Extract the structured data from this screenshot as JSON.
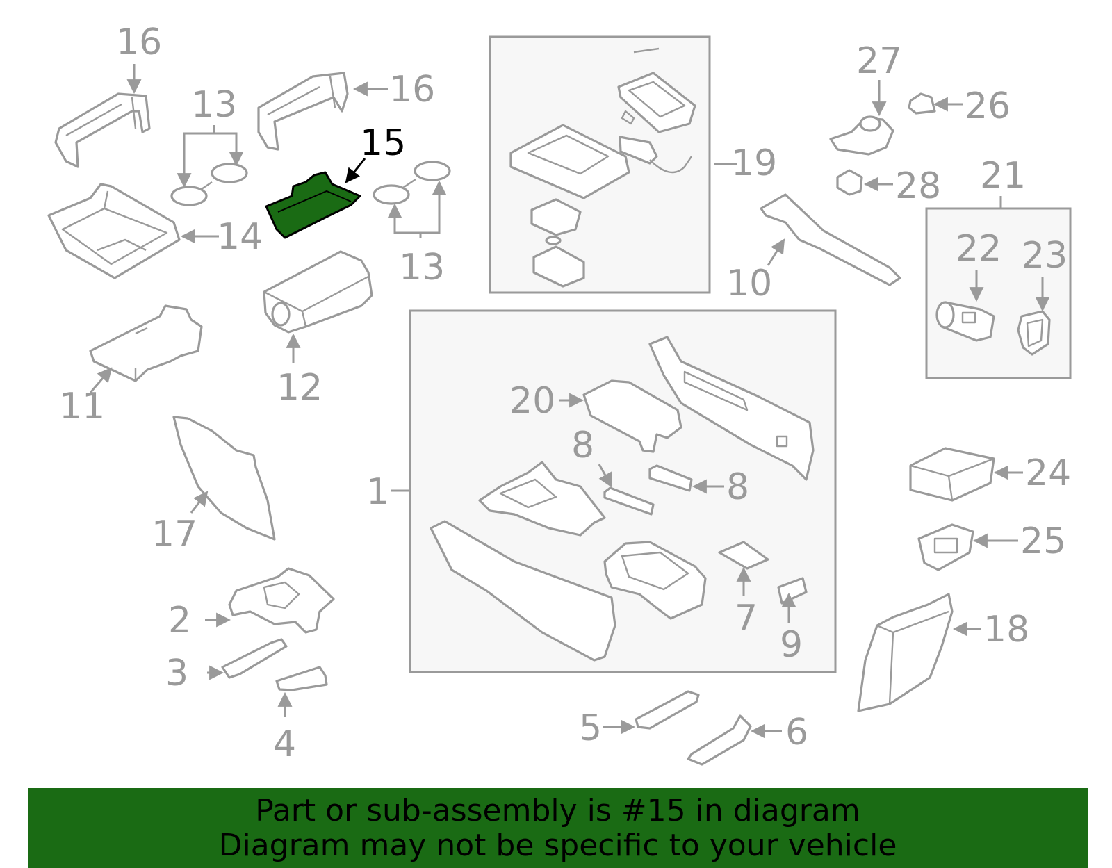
{
  "diagram": {
    "highlight_part": "15",
    "highlight_color": "#1a6b14",
    "line_color": "#9a9a9a",
    "labels": {
      "p1": "1",
      "p2": "2",
      "p3": "3",
      "p4": "4",
      "p5": "5",
      "p6": "6",
      "p7": "7",
      "p8a": "8",
      "p8b": "8",
      "p9": "9",
      "p10": "10",
      "p11": "11",
      "p12": "12",
      "p13a": "13",
      "p13b": "13",
      "p14": "14",
      "p15": "15",
      "p16a": "16",
      "p16b": "16",
      "p17": "17",
      "p18": "18",
      "p19": "19",
      "p20": "20",
      "p21": "21",
      "p22": "22",
      "p23": "23",
      "p24": "24",
      "p25": "25",
      "p26": "26",
      "p27": "27",
      "p28": "28"
    }
  },
  "banner": {
    "line1": "Part or sub-assembly is #15 in diagram",
    "line2": "Diagram may not be specific to your vehicle"
  }
}
